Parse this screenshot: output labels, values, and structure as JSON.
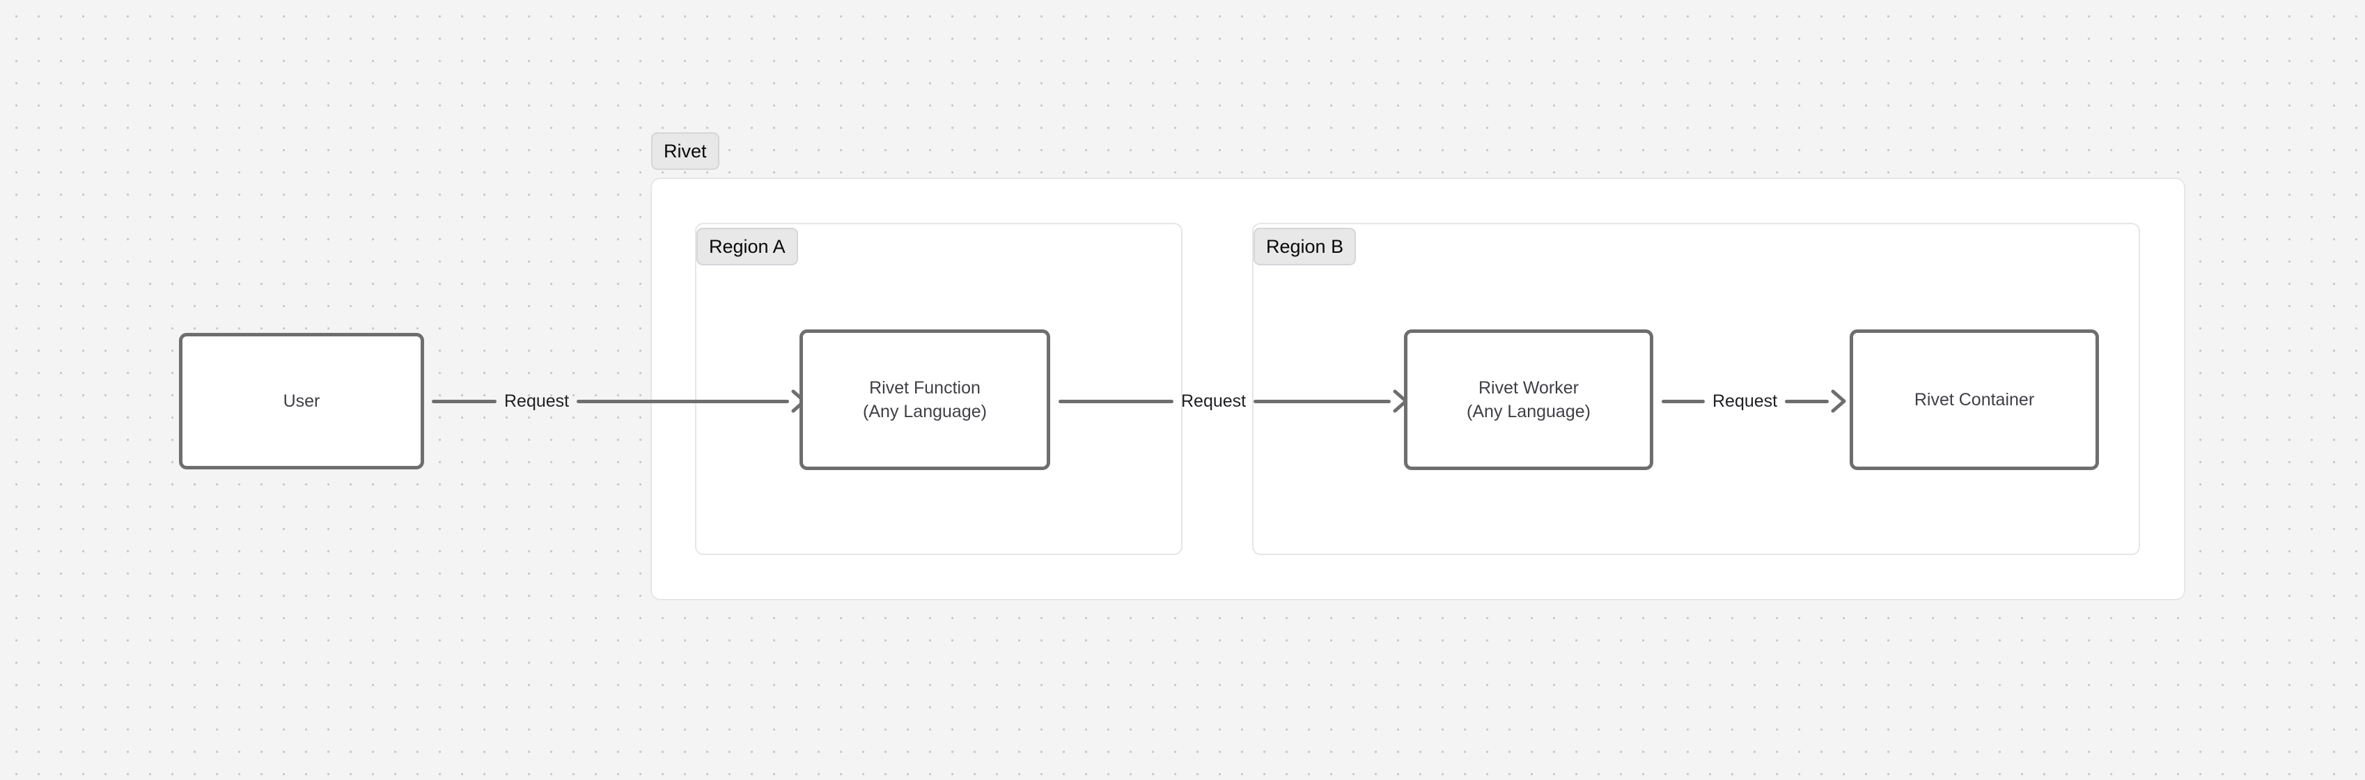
{
  "canvas": {
    "background_color": "#f4f4f5",
    "dot_color": "#c8c8cb",
    "node_border_color": "#6e6e6e",
    "node_text_color": "#3f3f46",
    "group_border_color": "#e6e6e9",
    "pill_background_color": "#e8e8e9",
    "edge_color": "#6e6e6e"
  },
  "groups": {
    "rivet": {
      "label": "Rivet"
    },
    "region_a": {
      "label": "Region A"
    },
    "region_b": {
      "label": "Region B"
    }
  },
  "nodes": {
    "user": {
      "label": "User"
    },
    "rivet_function": {
      "line1": "Rivet Function",
      "line2": "(Any Language)"
    },
    "rivet_worker": {
      "line1": "Rivet Worker",
      "line2": "(Any Language)"
    },
    "rivet_container": {
      "label": "Rivet Container"
    }
  },
  "edges": [
    {
      "label": "Request",
      "from": "user",
      "to": "rivet_function"
    },
    {
      "label": "Request",
      "from": "rivet_function",
      "to": "rivet_worker"
    },
    {
      "label": "Request",
      "from": "rivet_worker",
      "to": "rivet_container"
    }
  ]
}
